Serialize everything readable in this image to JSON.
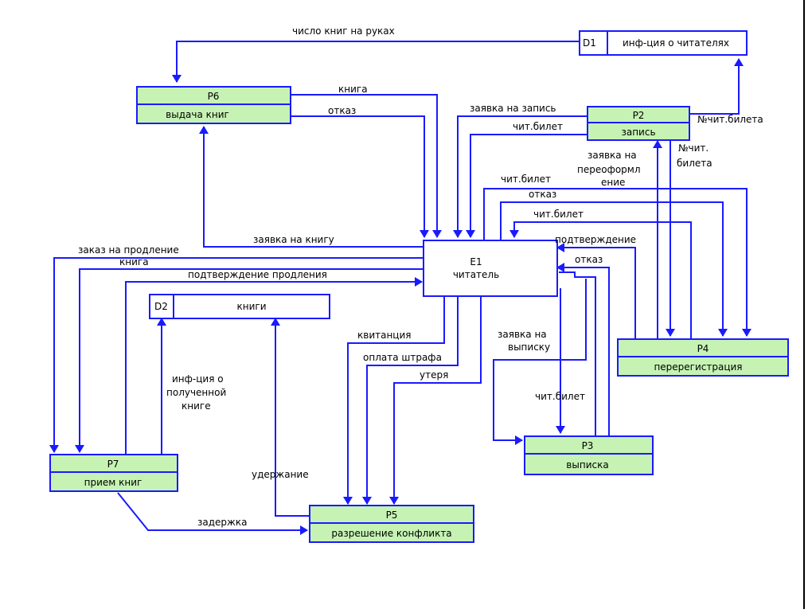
{
  "processes": {
    "p6": {
      "id": "P6",
      "name": "выдача книг"
    },
    "p2": {
      "id": "P2",
      "name": "запись"
    },
    "p4": {
      "id": "P4",
      "name": "перерегистрация"
    },
    "p3": {
      "id": "P3",
      "name": "выписка"
    },
    "p7": {
      "id": "P7",
      "name": "прием книг"
    },
    "p5": {
      "id": "P5",
      "name": "разрешение конфликта"
    }
  },
  "entity": {
    "id": "E1",
    "name": "читатель"
  },
  "stores": {
    "d1": {
      "id": "D1",
      "name": "инф-ция о читателях"
    },
    "d2": {
      "id": "D2",
      "name": "книги"
    }
  },
  "flows": {
    "chislo_knig": "число книг на руках",
    "kniga_p6": "книга",
    "otkaz_p6": "отказ",
    "zayavka_na_zapis": "заявка на запись",
    "chit_bilet_p2": "чит.билет",
    "nchit_bileta_d1": "№чит.билета",
    "nchit_bileta_p4_1": "№чит.",
    "nchit_bileta_p4_2": "билета",
    "zayavka_pereoform_1": "заявка на",
    "zayavka_pereoform_2": "переоформл",
    "zayavka_pereoform_3": "ение",
    "chit_bilet_p4a": "чит.билет",
    "otkaz_p4": "отказ",
    "chit_bilet_p4b": "чит.билет",
    "podtverzhdenie": "подтверждение",
    "otkaz_p3": "отказ",
    "zayavka_na_knigu": "заявка на книгу",
    "zakaz_na_prodlenie": "заказ на продление",
    "kniga_p7": "книга",
    "podtverzhdenie_prodleniya": "подтверждение продления",
    "kvitanciya": "квитанция",
    "oplata_shtrafa": "оплата штрафа",
    "uterya": "утеря",
    "zayavka_na_vypisku_1": "заявка на",
    "zayavka_na_vypisku_2": "выписку",
    "chit_bilet_p3": "чит.билет",
    "infciya_1": "инф-ция о",
    "infciya_2": "полученной",
    "infciya_3": "книге",
    "uderzhanie": "удержание",
    "zaderzhka": "задержка"
  },
  "colors": {
    "line": "#1a1aff",
    "process_fill": "#c6f3b4",
    "background": "#ffffff"
  }
}
